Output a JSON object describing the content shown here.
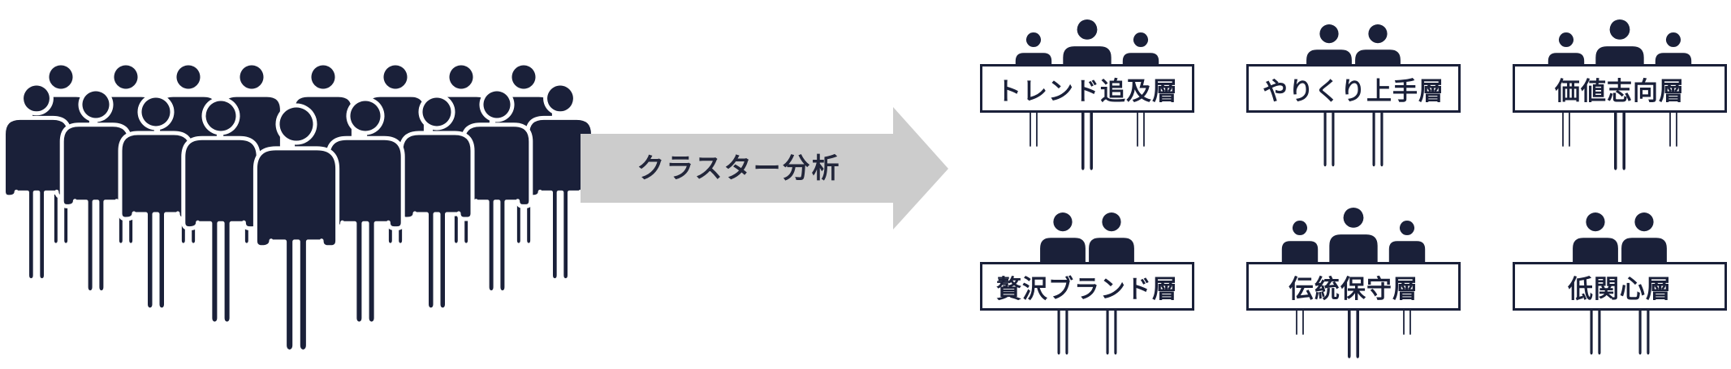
{
  "diagram": {
    "process_label": "クラスター分析",
    "source_icon": "crowd-icon",
    "arrow_icon": "right-arrow-icon",
    "segment_icon": "people-group-icon",
    "colors": {
      "figure": "#1a2039",
      "arrow": "#cccccc",
      "box_border": "#1a2039",
      "text": "#22263a"
    },
    "segments": [
      {
        "label": "トレンド追及層",
        "figures": 3
      },
      {
        "label": "やりくり上手層",
        "figures": 2
      },
      {
        "label": "価値志向層",
        "figures": 3
      },
      {
        "label": "贅沢ブランド層",
        "figures": 2
      },
      {
        "label": "伝統保守層",
        "figures": 3
      },
      {
        "label": "低関心層",
        "figures": 2
      }
    ]
  }
}
